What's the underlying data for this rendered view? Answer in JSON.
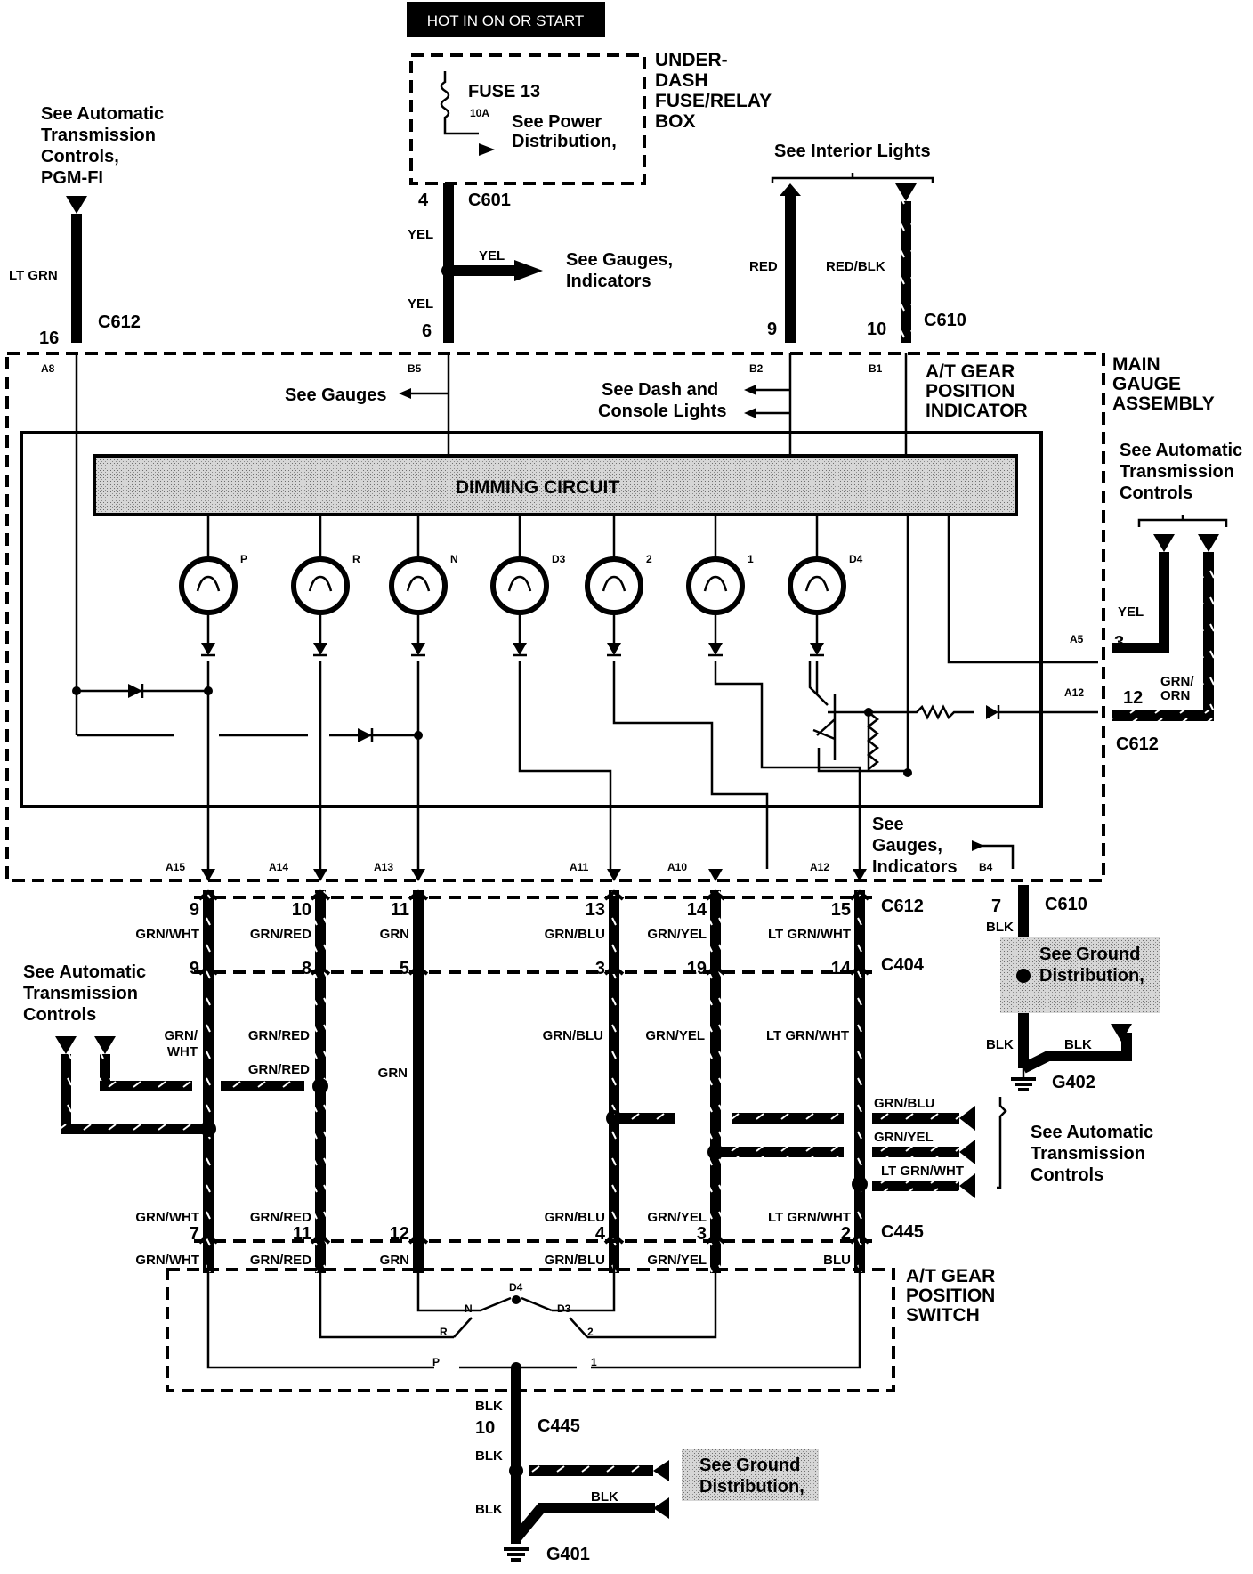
{
  "header": {
    "hot_label": "HOT IN ON OR START"
  },
  "fuse_box": {
    "title": "UNDER-\nDASH\nFUSE/RELAY\nBOX",
    "fuse": "FUSE 13",
    "rating": "10A",
    "ref": "See Power\nDistribution,"
  },
  "refs": {
    "at_controls_pgm": "See Automatic\nTransmission\nControls,\nPGM-FI",
    "interior_lights": "See Interior Lights",
    "gauges_indicators_top": "See Gauges,\nIndicators",
    "gauges": "See Gauges",
    "dash_console": "See Dash and\nConsole Lights",
    "at_controls_right": "See Automatic\nTransmission\nControls",
    "gauges_indicators_mid": "See\nGauges,\nIndicators",
    "ground_dist_right": "See Ground\nDistribution,",
    "at_controls_left": "See Automatic\nTransmission\nControls",
    "at_controls_lower": "See Automatic\nTransmission\nControls",
    "ground_dist_bottom": "See Ground\nDistribution,"
  },
  "components": {
    "main_gauge": "MAIN\nGAUGE\nASSEMBLY",
    "at_indicator": "A/T GEAR\nPOSITION\nINDICATOR",
    "dimming": "DIMMING CIRCUIT",
    "at_switch": "A/T GEAR\nPOSITION\nSWITCH"
  },
  "connectors": {
    "c601": "C601",
    "c612": "C612",
    "c610": "C610",
    "c404": "C404",
    "c445": "C445",
    "g401": "G401",
    "g402": "G402"
  },
  "pins": {
    "c601_4": "4",
    "c601_6": "6",
    "c612_16": "16",
    "c610_9": "9",
    "c610_10": "10",
    "c612_3": "3",
    "c612_12": "12",
    "c610_7": "7",
    "c445_10": "10",
    "terminals_top": {
      "a8": "A8",
      "b5": "B5",
      "b2": "B2",
      "b1": "B1"
    },
    "terminals_right": {
      "a5": "A5",
      "a12": "A12"
    },
    "terminals_bottom": {
      "a15": "A15",
      "a14": "A14",
      "a13": "A13",
      "a11": "A11",
      "a10": "A10",
      "a12": "A12",
      "b4": "B4"
    },
    "c612_row": [
      "9",
      "10",
      "11",
      "13",
      "14",
      "15"
    ],
    "c404_row": [
      "9",
      "8",
      "5",
      "3",
      "19",
      "14"
    ],
    "c445_row": [
      "7",
      "11",
      "12",
      "4",
      "3",
      "2"
    ]
  },
  "wires": {
    "lt_grn": "LT GRN",
    "yel": "YEL",
    "red": "RED",
    "red_blk": "RED/BLK",
    "grn_orn": "GRN/\nORN",
    "blk": "BLK",
    "row1": [
      "GRN/WHT",
      "GRN/RED",
      "GRN",
      "GRN/BLU",
      "GRN/YEL",
      "LT GRN/WHT"
    ],
    "row2": [
      "GRN/\nWHT",
      "GRN/RED",
      "GRN",
      "GRN/BLU",
      "GRN/YEL",
      "LT GRN/WHT"
    ],
    "row2_splice": "GRN/RED",
    "row3": [
      "GRN/WHT",
      "GRN/RED",
      "GRN/BLU",
      "GRN/YEL",
      "LT GRN/WHT"
    ],
    "row4": [
      "GRN/WHT",
      "GRN/RED",
      "GRN",
      "GRN/BLU",
      "GRN/YEL",
      "BLU"
    ],
    "right_branches": [
      "GRN/BLU",
      "GRN/YEL",
      "LT GRN/WHT"
    ]
  },
  "lamps": [
    "P",
    "R",
    "N",
    "D3",
    "2",
    "1",
    "D4"
  ],
  "switch_positions": {
    "d4": "D4",
    "n": "N",
    "d3": "D3",
    "r": "R",
    "two": "2",
    "p": "P",
    "one": "1"
  }
}
